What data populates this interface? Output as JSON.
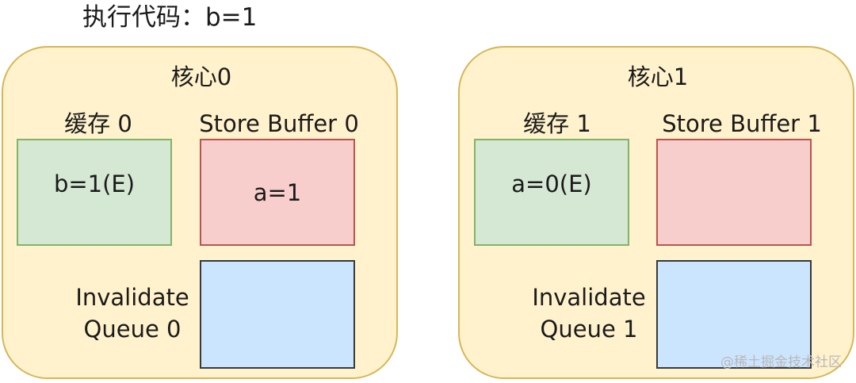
{
  "title": "执行代码：b=1",
  "cores": [
    {
      "name": "核心0",
      "cache_label": "缓存 0",
      "cache_value": "b=1(E)",
      "store_buffer_label": "Store Buffer 0",
      "store_buffer_value": "a=1",
      "invalidate_queue_label_line1": "Invalidate",
      "invalidate_queue_label_line2": "Queue 0",
      "invalidate_queue_value": ""
    },
    {
      "name": "核心1",
      "cache_label": "缓存 1",
      "cache_value": "a=0(E)",
      "store_buffer_label": "Store Buffer 1",
      "store_buffer_value": "",
      "invalidate_queue_label_line1": "Invalidate",
      "invalidate_queue_label_line2": "Queue 1",
      "invalidate_queue_value": ""
    }
  ],
  "watermark": "@稀土掘金技术社区",
  "colors": {
    "core_fill": "#fff2cc",
    "core_border": "#d6b656",
    "cache_fill": "#d5e8d4",
    "cache_border": "#82b366",
    "store_buffer_fill": "#f8cecc",
    "store_buffer_border": "#b85450",
    "invalidate_queue_fill": "#cce5ff",
    "invalidate_queue_border": "#36393d"
  }
}
